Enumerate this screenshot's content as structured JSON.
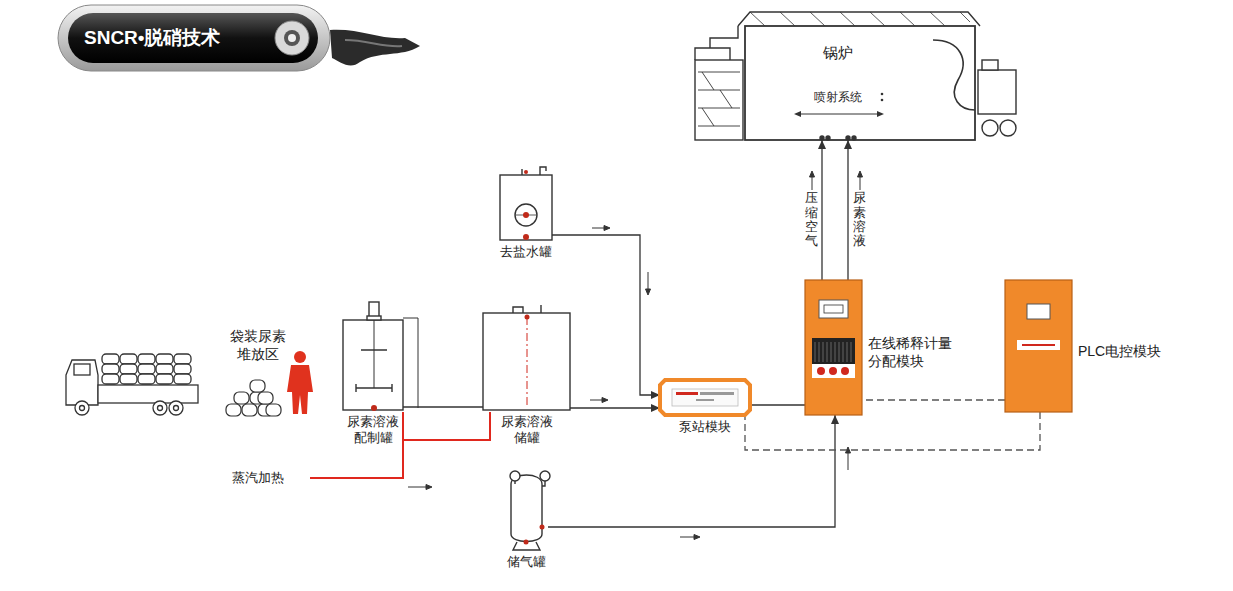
{
  "diagram": {
    "title": "SNCR•脱硝技术",
    "nodes": [
      {
        "text": [
          "锅炉",
          "喷射系统"
        ]
      },
      {
        "text": [
          "去盐水罐"
        ]
      },
      {
        "text": [
          "尿素溶液 配制罐"
        ]
      },
      {
        "text": [
          "尿素溶液 储罐"
        ]
      },
      {
        "text": [
          "泵站模块"
        ]
      },
      {
        "text": [
          "在线稀释计量 分配模块"
        ]
      },
      {
        "text": [
          "PLC电控模块"
        ]
      },
      {
        "text": [
          "储气罐"
        ]
      }
    ],
    "edges": [
      {
        "from": 2,
        "to": 3,
        "arrow": "none"
      },
      {
        "from": 3,
        "to": 4,
        "arrow": "to"
      },
      {
        "from": 1,
        "to": 4,
        "arrow": "to"
      },
      {
        "from": 4,
        "to": 5,
        "arrow": "none"
      },
      {
        "from": 7,
        "to": 5,
        "arrow": "to"
      },
      {
        "from": 5,
        "to": 0,
        "label": "压缩空气",
        "arrow": "to"
      },
      {
        "from": 5,
        "to": 0,
        "label": "尿素溶液",
        "arrow": "to"
      },
      {
        "from": 6,
        "to": 4,
        "arrow": "none"
      },
      {
        "from": 6,
        "to": 5,
        "arrow": "none"
      }
    ],
    "labels": [
      "袋装尿素 堆放区",
      "蒸汽加热"
    ]
  }
}
